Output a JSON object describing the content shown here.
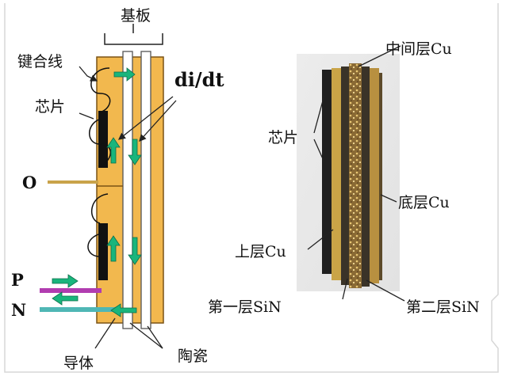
{
  "left_diagram": {
    "substrate_label": "基板",
    "bond_wire_label": "键合线",
    "chip_label": "芯片",
    "didt_label": "di/dt",
    "output_terminal": "O",
    "p_terminal": "P",
    "n_terminal": "N",
    "conductor_label": "导体",
    "ceramic_label": "陶瓷"
  },
  "right_photo": {
    "middle_cu": "中间层Cu",
    "chip": "芯片",
    "bottom_cu": "底层Cu",
    "top_cu": "上层Cu",
    "first_sin": "第一层SiN",
    "second_sin": "第二层SiN"
  },
  "colors": {
    "copper": "#f2b84e",
    "copper_edge": "#7a5215",
    "ceramic": "#ffffff",
    "arrow_green": "#19b57c",
    "p_bus": "#b13cb0",
    "n_bus": "#4fb7b5",
    "lead": "#c9a34a"
  }
}
